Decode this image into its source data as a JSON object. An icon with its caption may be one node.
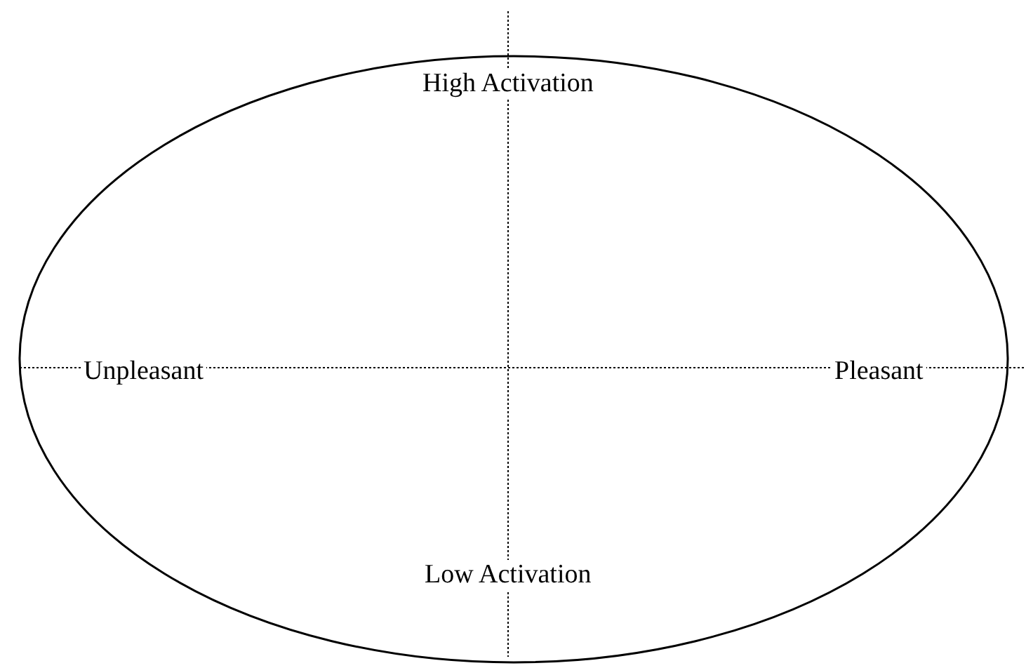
{
  "diagram": {
    "labels": [
      "High Activation",
      "Unpleasant",
      "Pleasant",
      "Low Activation"
    ]
  }
}
